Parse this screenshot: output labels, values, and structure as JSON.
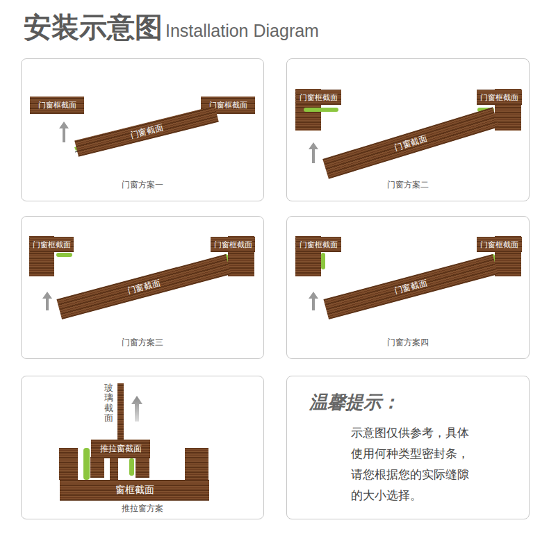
{
  "diagram": {
    "title": "安装示意图",
    "nodes": [
      {
        "text": [
          "门窗方案一"
        ]
      },
      {
        "text": [
          "门窗框截面"
        ],
        "in": 0
      },
      {
        "text": [
          "门窗框截面"
        ],
        "in": 0
      },
      {
        "text": [
          "门窗截面"
        ],
        "in": 0
      },
      {
        "text": [
          "门窗方案二"
        ]
      },
      {
        "text": [
          "门窗框截面"
        ],
        "in": 4
      },
      {
        "text": [
          "门窗框截面"
        ],
        "in": 4
      },
      {
        "text": [
          "门窗截面"
        ],
        "in": 4
      },
      {
        "text": [
          "门窗方案三"
        ]
      },
      {
        "text": [
          "门窗框截面"
        ],
        "in": 8
      },
      {
        "text": [
          "门窗框截面"
        ],
        "in": 8
      },
      {
        "text": [
          "门窗截面"
        ],
        "in": 8
      },
      {
        "text": [
          "门窗方案四"
        ]
      },
      {
        "text": [
          "门窗框截面"
        ],
        "in": 12
      },
      {
        "text": [
          "门窗框截面"
        ],
        "in": 12
      },
      {
        "text": [
          "门窗截面"
        ],
        "in": 12
      },
      {
        "text": [
          "推拉窗方案"
        ]
      },
      {
        "text": [
          "玻璃截面"
        ],
        "in": 16
      },
      {
        "text": [
          "推拉窗截面"
        ],
        "in": 16
      },
      {
        "text": [
          "窗框截面"
        ],
        "in": 16
      },
      {
        "text": [
          "温馨提示：",
          "示意图仅供参考，具体使用何种类型密封条，请您根据您的实际缝隙的大小选择。"
        ]
      }
    ],
    "labels": [
      "Installation Diagram"
    ]
  }
}
